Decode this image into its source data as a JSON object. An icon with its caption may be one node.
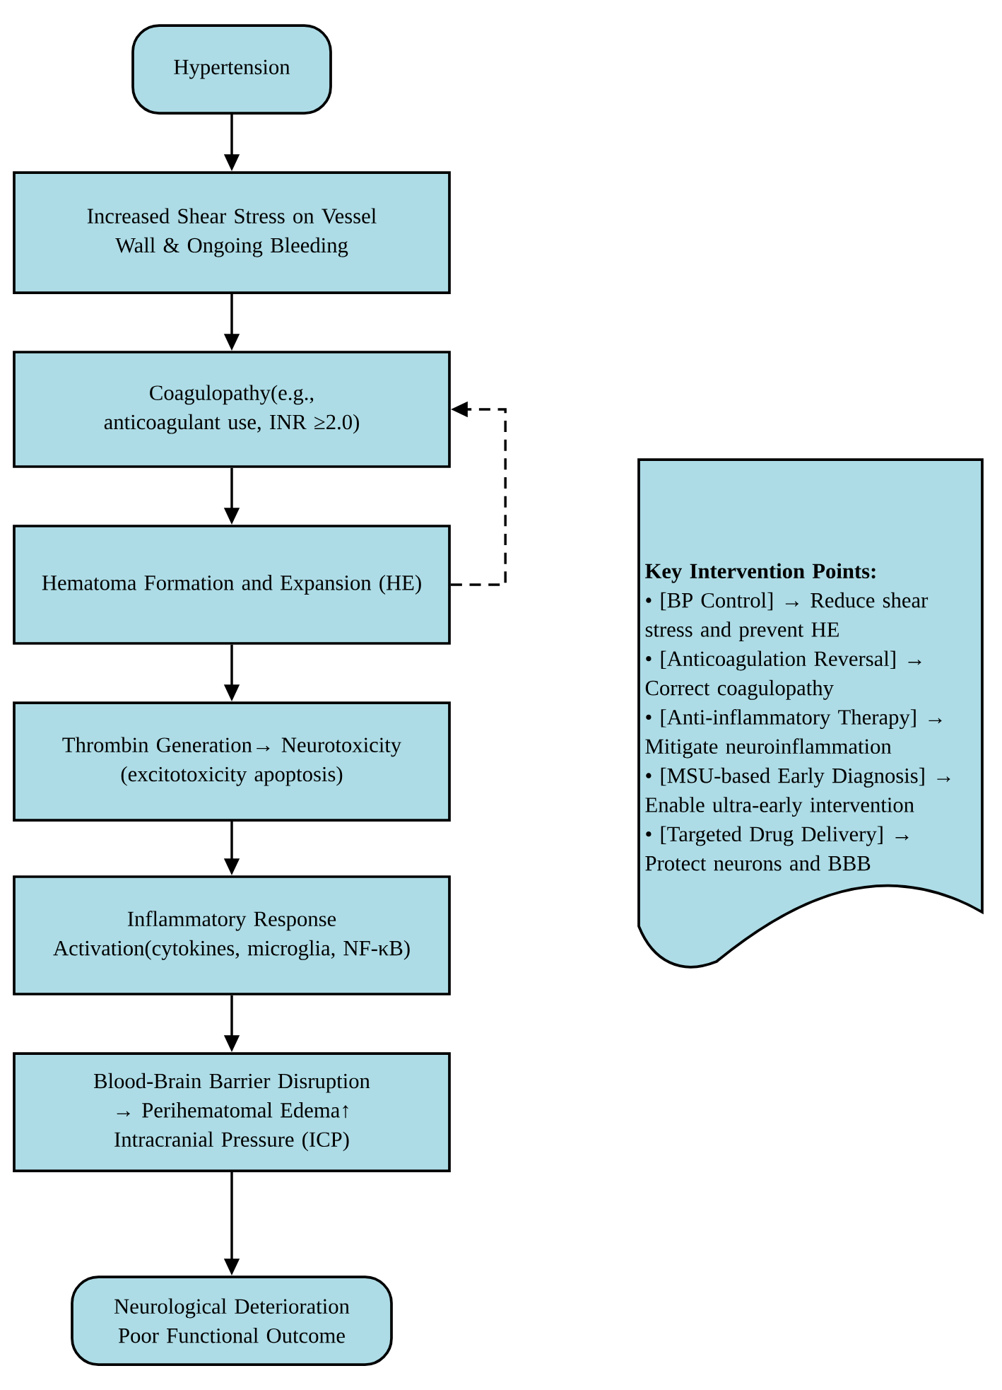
{
  "diagram": {
    "nodes": [
      {
        "text": [
          "Hypertension"
        ]
      },
      {
        "text": [
          "Increased Shear Stress on Vessel Wall & Ongoing Bleeding"
        ]
      },
      {
        "text": [
          "Coagulopathy(e.g., anticoagulant use, INR ≥2.0)"
        ]
      },
      {
        "text": [
          "Hematoma Formation and Expansion (HE)"
        ]
      },
      {
        "text": [
          "Thrombin Generation→ Neurotoxicity (excitotoxicity apoptosis)"
        ]
      },
      {
        "text": [
          "Inflammatory Response Activation(cytokines, microglia, NF-κB)"
        ]
      },
      {
        "text": [
          "Blood-Brain Barrier Disruption → Perihematomal Edema↑ Intracranial Pressure (ICP)"
        ]
      },
      {
        "text": [
          "Neurological Deterioration Poor Functional Outcome"
        ]
      },
      {
        "text": [
          "Key Intervention Points:",
          "• [BP Control] → Reduce shear stress and prevent HE",
          "• [Anticoagulation Reversal] → Correct coagulopathy",
          "• [Anti-inflammatory Therapy] → Mitigate neuroinflammation",
          "• [MSU-based Early Diagnosis] → Enable ultra-early intervention",
          "• [Targeted Drug Delivery] → Protect neurons and BBB"
        ]
      }
    ],
    "edges": [
      {
        "from": 0,
        "to": 1,
        "arrow": "to"
      },
      {
        "from": 1,
        "to": 2,
        "arrow": "to"
      },
      {
        "from": 2,
        "to": 3,
        "arrow": "to"
      },
      {
        "from": 3,
        "to": 2,
        "arrow": "to",
        "style": "dashed"
      },
      {
        "from": 3,
        "to": 4,
        "arrow": "to"
      },
      {
        "from": 4,
        "to": 5,
        "arrow": "to"
      },
      {
        "from": 5,
        "to": 6,
        "arrow": "to"
      },
      {
        "from": 6,
        "to": 7,
        "arrow": "to"
      }
    ]
  }
}
